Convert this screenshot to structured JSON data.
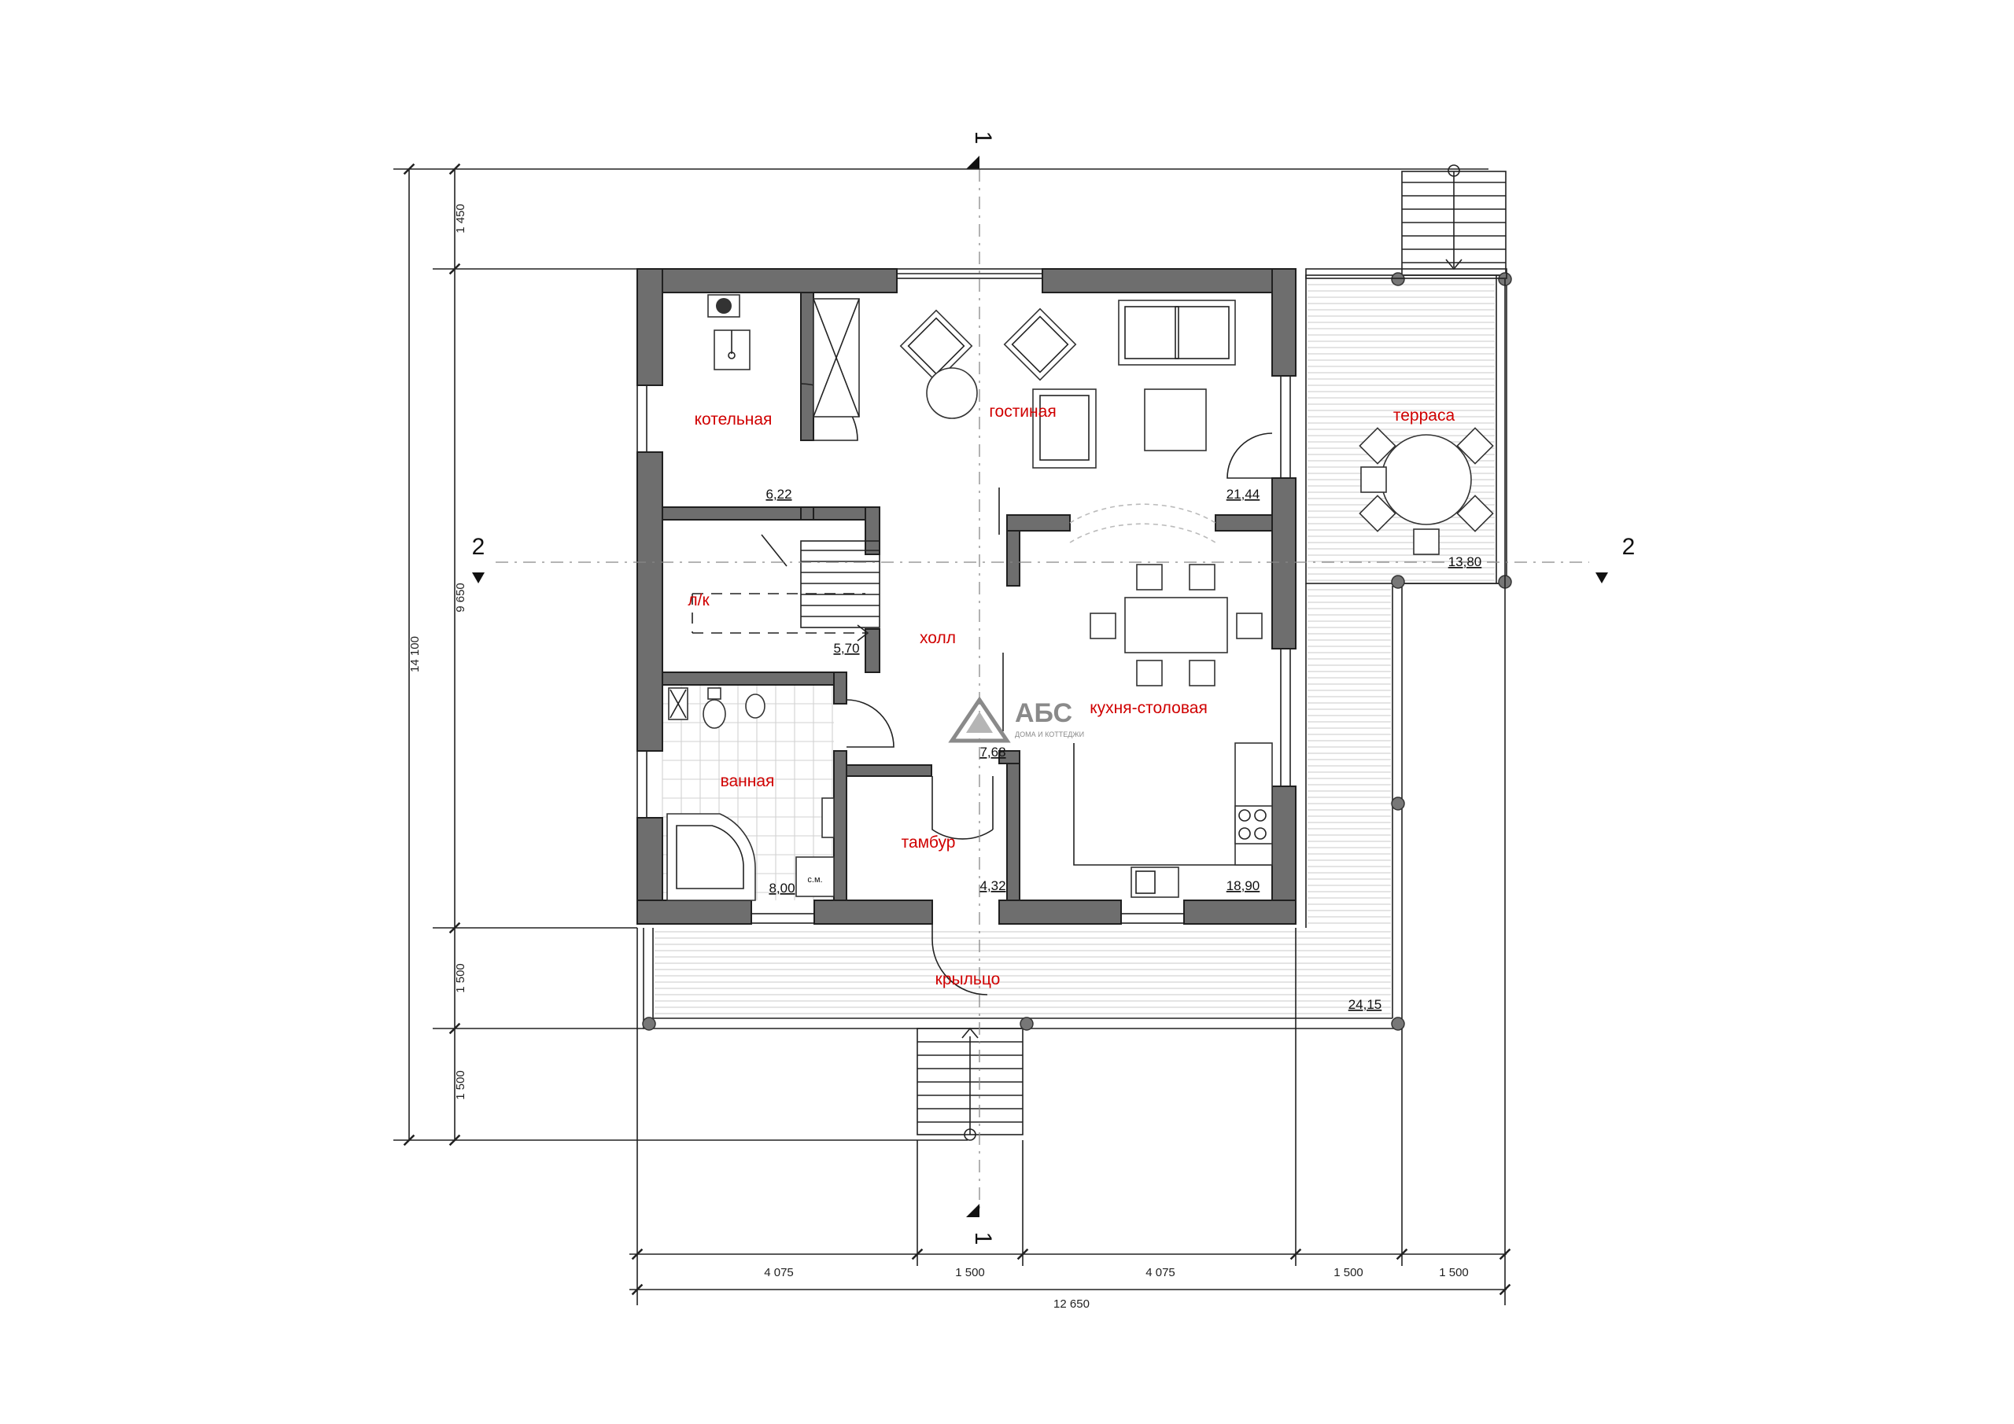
{
  "rooms": {
    "boiler": "котельная",
    "living": "гостиная",
    "terrace": "терраса",
    "stairs": "л/к",
    "hall": "холл",
    "kitchen": "кухня-столовая",
    "bath": "ванная",
    "vestibule": "тамбур",
    "porch": "крыльцо",
    "washer": "с.м."
  },
  "areas": {
    "boiler": "6,22",
    "living": "21,44",
    "stairs": "5,70",
    "hall": "7,68",
    "bath": "8,00",
    "vestibule": "4,32",
    "kitchen": "18,90",
    "terrace": "13,80",
    "porch": "24,15"
  },
  "dimensions": {
    "bottom": [
      "4 075",
      "1 500",
      "4 075",
      "1 500",
      "1 500"
    ],
    "total_width": "12 650",
    "left": [
      "1 450",
      "9 650",
      "1 500",
      "1 500"
    ],
    "total_height": "14 100"
  },
  "sections": {
    "vertical": "1",
    "horizontal": "2"
  },
  "logo": {
    "name": "АБС",
    "subtitle": "ДОМА И КОТТЕДЖИ"
  }
}
